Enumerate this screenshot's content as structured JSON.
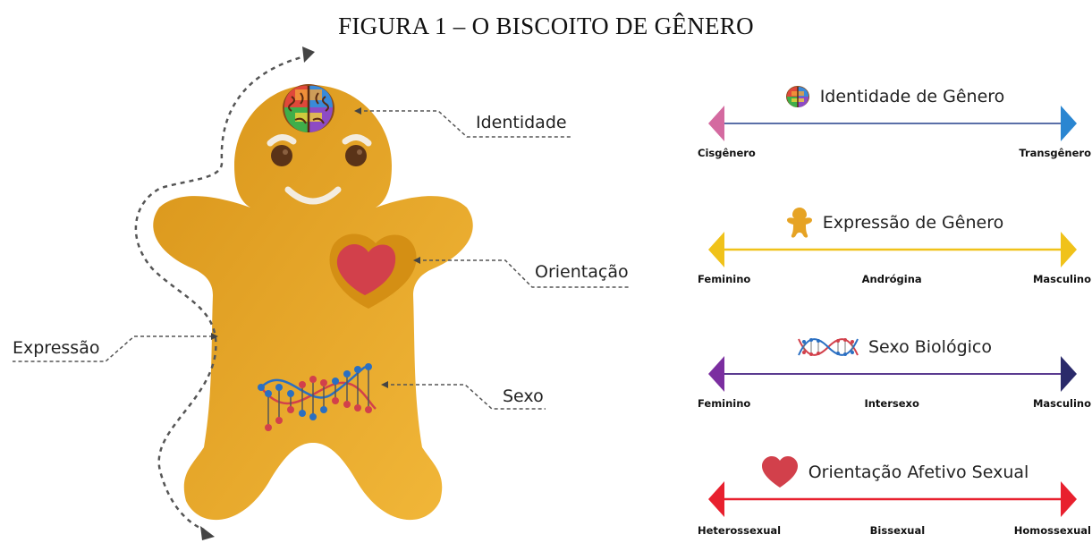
{
  "figure": {
    "title": "FIGURA 1 – O BISCOITO DE GÊNERO"
  },
  "cookie": {
    "labels": {
      "identidade": "Identidade",
      "orientacao": "Orientação",
      "sexo": "Sexo",
      "expressao": "Expressão"
    },
    "colors": {
      "body": "#e6a324",
      "body_dark": "#d48f14",
      "heart": "#d2404b",
      "icing": "#f3ece0",
      "eye": "#5a3318"
    }
  },
  "scales": [
    {
      "title": "Identidade de Gênero",
      "icon": "brain-icon",
      "left_color": "#d46aa0",
      "right_color": "#2a86d1",
      "line_color": "#5a6fa8",
      "labels": [
        "Cisgênero",
        "Transgênero"
      ]
    },
    {
      "title": "Expressão de Gênero",
      "icon": "gingerbread-icon",
      "left_color": "#f0c21a",
      "right_color": "#f0c21a",
      "line_color": "#f0c21a",
      "labels": [
        "Feminino",
        "Andrógina",
        "Masculino"
      ]
    },
    {
      "title": "Sexo Biológico",
      "icon": "dna-icon",
      "left_color": "#7b2ea0",
      "right_color": "#2a2a6a",
      "line_color": "#5a3a90",
      "labels": [
        "Feminino",
        "Intersexo",
        "Masculino"
      ]
    },
    {
      "title": "Orientação Afetivo Sexual",
      "icon": "heart-icon",
      "left_color": "#e8202e",
      "right_color": "#e8202e",
      "line_color": "#e8202e",
      "labels": [
        "Heterossexual",
        "Bissexual",
        "Homossexual"
      ]
    }
  ]
}
